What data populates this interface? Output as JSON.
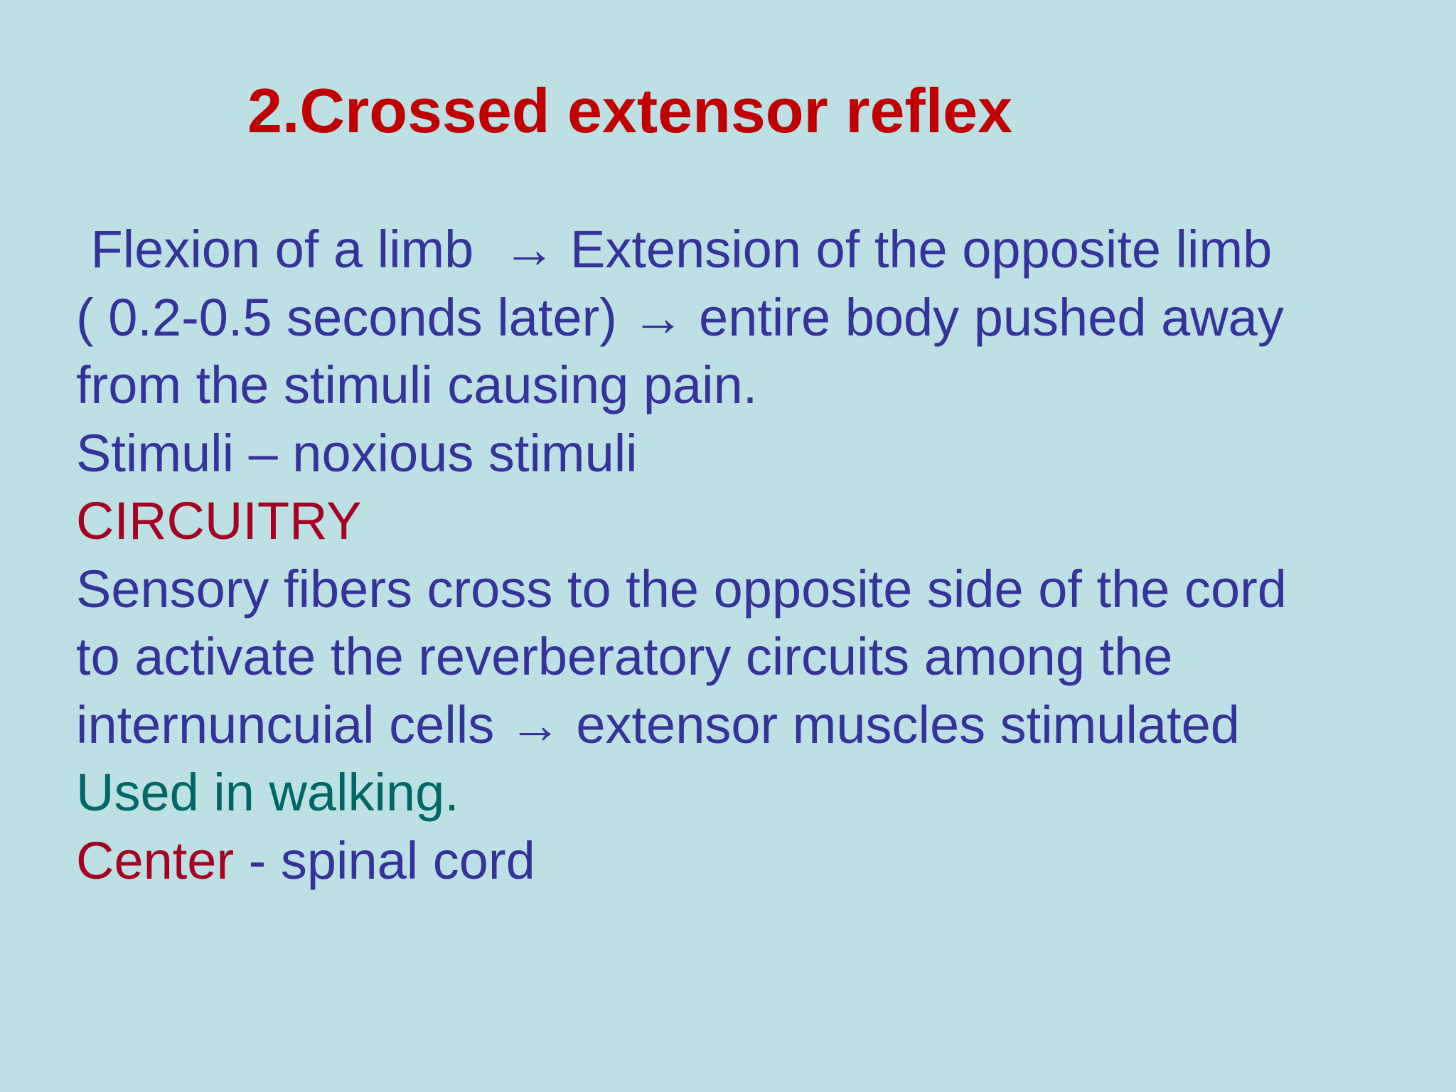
{
  "slide": {
    "title": "2.Crossed extensor reflex",
    "lines": [
      " Flexion of a limb  → Extension of the opposite limb",
      "( 0.2-0.5 seconds later) → entire body pushed away",
      "from the stimuli causing pain.",
      "Stimuli – noxious stimuli"
    ],
    "circuitry_heading": "CIRCUITRY",
    "circuitry_lines": [
      "Sensory fibers cross to the opposite side of the cord",
      "to activate the reverberatory circuits among the",
      "internuncuial cells → extensor muscles stimulated"
    ],
    "usage": "Used in walking.",
    "center_label": "Center",
    "center_value": " - spinal cord"
  },
  "colors": {
    "background": "#bde0e4",
    "title": "#c00000",
    "body_text": "#333399",
    "heading_red": "#a50021",
    "usage_green": "#006666"
  }
}
